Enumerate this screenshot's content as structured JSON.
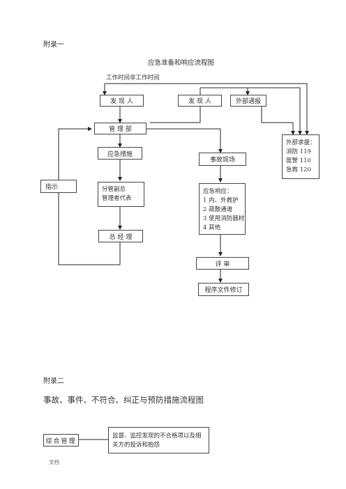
{
  "appendix1": {
    "label": "附录一",
    "title": "应急准备和响应流程图",
    "time_label": "工作时间非工作时间",
    "nodes": {
      "discoverer_left": "发 现 人",
      "discoverer_right": "发 现 人",
      "external_report": "外部通报",
      "management_dept": "管 理 部",
      "emergency_measures": "应急措施",
      "accident_scene": "事故现场",
      "instruct": "指示",
      "deputy_gm_line1": "分管副总",
      "deputy_gm_line2": "管理者代表",
      "general_manager": "总 经 理",
      "emergency_response": [
        "应急响应：",
        "1 内、外救护",
        "2 疏散通道",
        "3 使用消防器材",
        "4 其他"
      ],
      "review": "评 审",
      "procedure_revision": "程序文件修订",
      "external_help": [
        "外部求援：",
        "消防 119",
        "匪警 110",
        "急救 120"
      ]
    }
  },
  "appendix2": {
    "label": "附录二",
    "title": "事故、事件、不符合、纠正与预防措施流程图",
    "nodes": {
      "general_management": "综合管理",
      "supervision_line1": "监督、监控发现的不合格项以及相",
      "supervision_line2": "关方的投诉和抱怨"
    }
  },
  "footer": {
    "text": "文档"
  }
}
